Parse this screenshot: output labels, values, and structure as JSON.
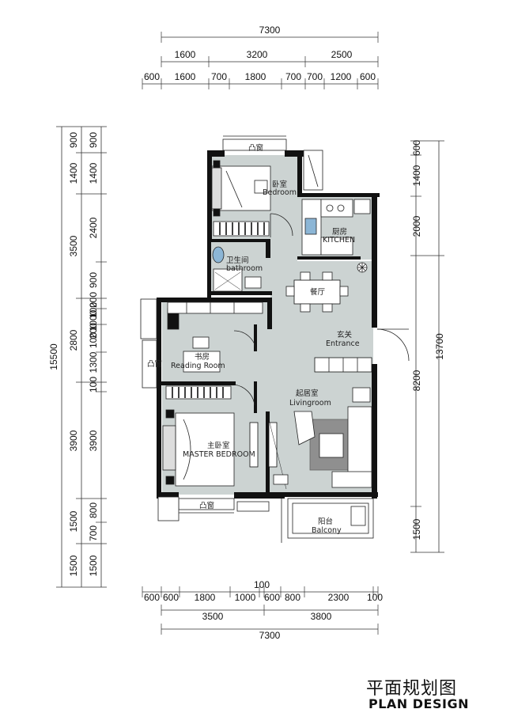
{
  "caption": {
    "title_cn": "平面规划图",
    "title_en": "PLAN DESIGN"
  },
  "dims": {
    "top_total": "7300",
    "top_row2": [
      "1600",
      "3200",
      "2500"
    ],
    "top_row3": [
      "600",
      "1600",
      "700",
      "1800",
      "700",
      "700",
      "1200",
      "600"
    ],
    "left_total": "15500",
    "left_row2": [
      "900",
      "1400",
      "3500",
      "2800",
      "3900",
      "1500",
      "1500"
    ],
    "left_row3": [
      "900",
      "1400",
      "2400",
      "900",
      "200",
      "100",
      "1000",
      "200",
      "100",
      "1300",
      "100",
      "3900",
      "800",
      "700",
      "1500"
    ],
    "right_row1": [
      "600",
      "1400",
      "2000",
      "1500"
    ],
    "right_total_mid": "8200",
    "right_total": "13700",
    "bottom_row1": [
      "600",
      "600",
      "1800",
      "1000",
      "100",
      "600",
      "800",
      "2300",
      "100"
    ],
    "bottom_row2": [
      "3500",
      "3800"
    ],
    "bottom_total": "7300"
  },
  "rooms": {
    "bedroom": {
      "cn": "卧室",
      "en": "Bedroom"
    },
    "bay_window": "凸窗",
    "kitchen": {
      "cn": "厨房",
      "en": "KITCHEN"
    },
    "bathroom": {
      "cn": "卫生间",
      "en": "bathroom"
    },
    "dining": "餐厅",
    "entrance": {
      "cn": "玄关",
      "en": "Entrance"
    },
    "reading": {
      "cn": "书房",
      "en": "Reading Room"
    },
    "living": {
      "cn": "起居室",
      "en": "Livingroom"
    },
    "master": {
      "cn": "主卧室",
      "en": "MASTER BEDROOM"
    },
    "balcony": {
      "cn": "阳台",
      "en": "Balcony"
    }
  },
  "colors": {
    "floor": "#ccd3d2",
    "wall": "#111111",
    "dim_line": "#333333",
    "rug": "#8f8f8f"
  }
}
